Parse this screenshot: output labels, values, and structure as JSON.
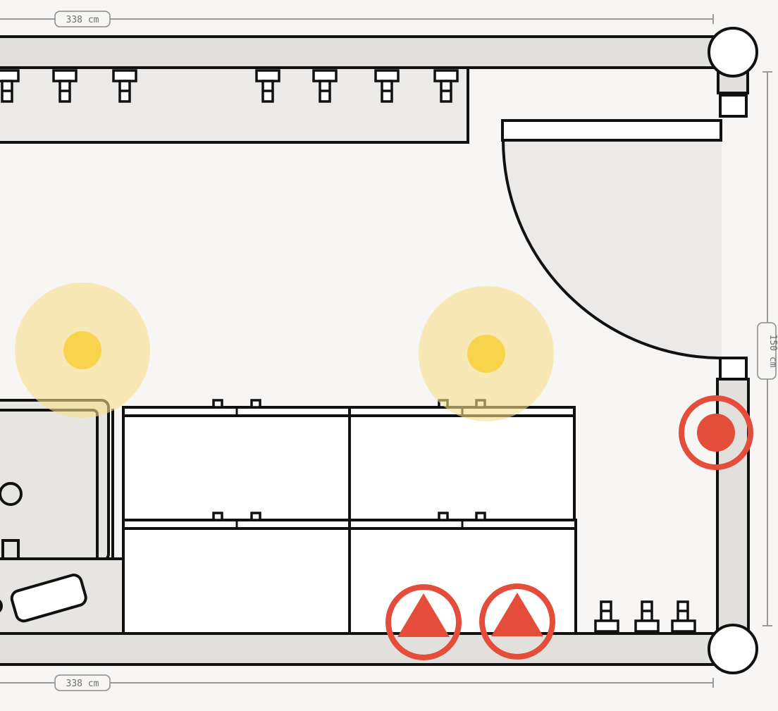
{
  "dimensions": {
    "top_width": "338 cm",
    "bottom_width": "338 cm",
    "right_depth": "150 cm"
  },
  "colors": {
    "background": "#f7f6f4",
    "wall": "#e1e0dc",
    "counter": "#ebeae8",
    "appliance": "#ffffff",
    "stroke": "#111111",
    "light_outer": "#f5e3a3",
    "light_inner": "#f7d44c",
    "marker_red": "#e44d3a",
    "dim_line": "#9a9a9a"
  },
  "icons": {
    "ceiling_light": "light-spot-icon",
    "outlet": "red-outlet-icon",
    "warning": "red-triangle-icon",
    "pillar": "round-pillar-icon"
  }
}
